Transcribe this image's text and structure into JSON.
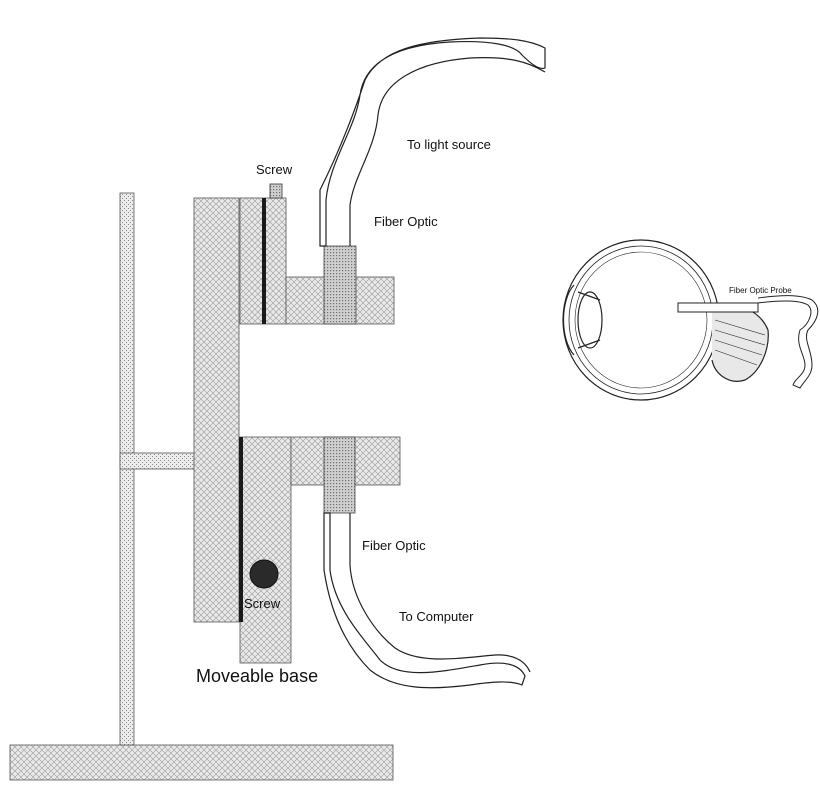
{
  "labels": {
    "screw_top": "Screw",
    "to_light_source": "To light source",
    "fiber_optic_top": "Fiber Optic",
    "fiber_optic_probe": "Fiber Optic Probe",
    "fiber_optic_bottom": "Fiber Optic",
    "screw_bottom": "Screw",
    "to_computer": "To Computer",
    "moveable_base": "Moveable base"
  },
  "colors": {
    "background": "#ffffff",
    "stipple_light": "#d6d6d6",
    "stipple_dark": "#a9a9a9",
    "outline": "#333333",
    "screw_black": "#1a1a1a"
  }
}
